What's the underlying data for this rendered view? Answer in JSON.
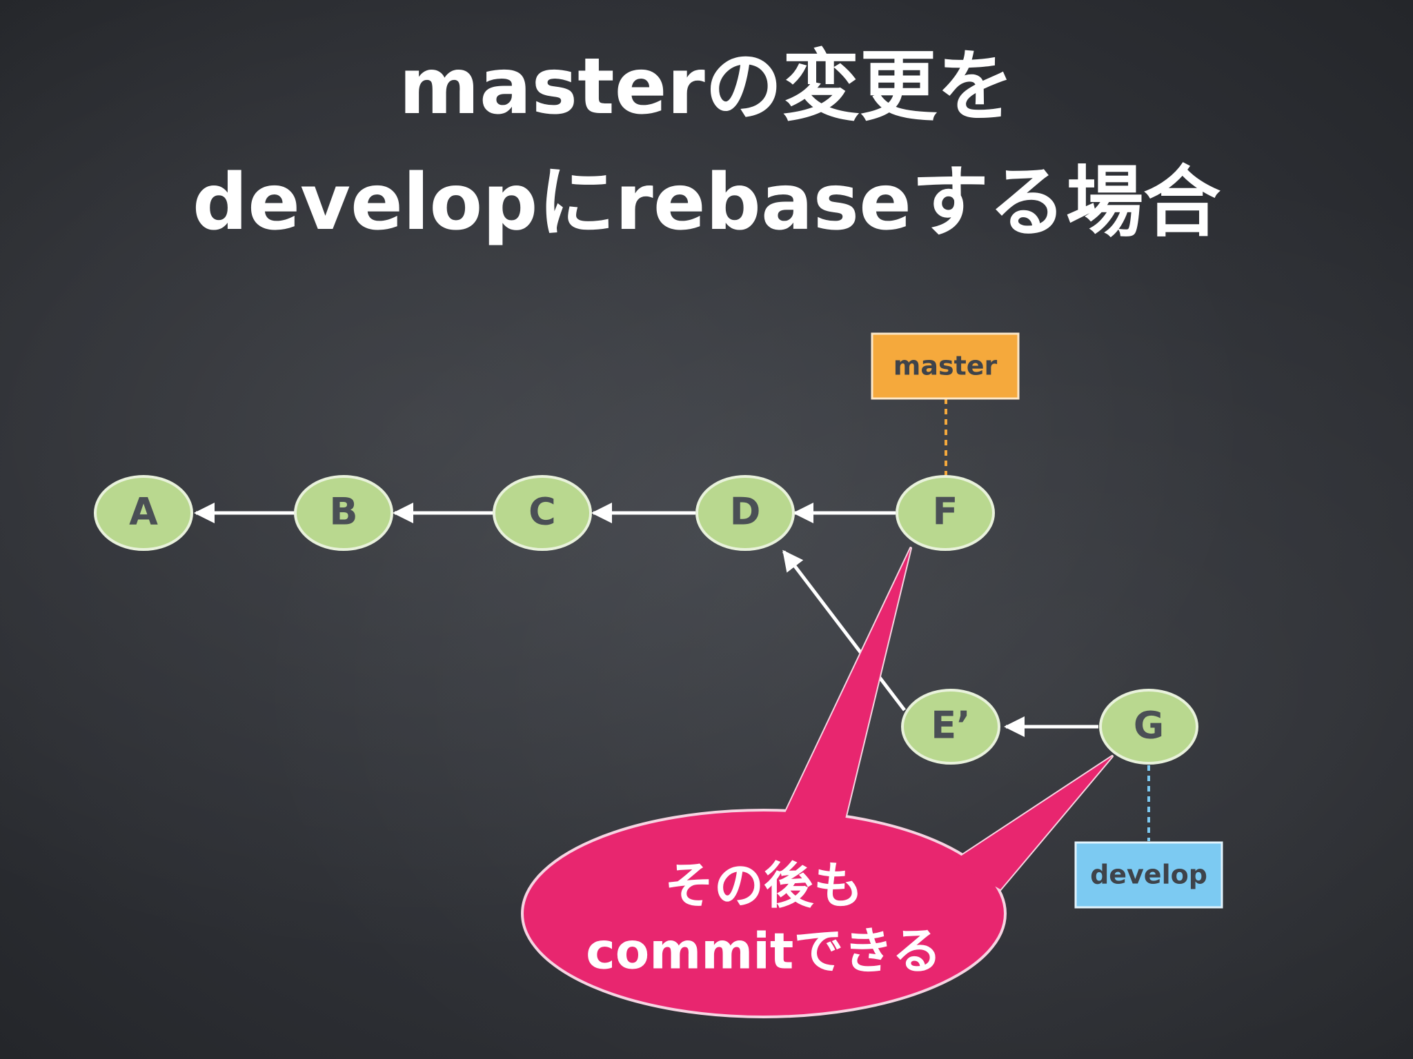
{
  "title": {
    "line1": "masterの変更を",
    "line2": "developにrebaseする場合"
  },
  "commits": {
    "a": "A",
    "b": "B",
    "c": "C",
    "d": "D",
    "f": "F",
    "e_prime": "E’",
    "g": "G"
  },
  "branches": {
    "master": "master",
    "develop": "develop"
  },
  "callout": {
    "line1": "その後も",
    "line2": "commitできる"
  },
  "colors": {
    "background": "#2f3237",
    "commit_fill": "#b9d88f",
    "commit_stroke": "#e9f2dc",
    "master_tag": "#f5a93c",
    "develop_tag": "#7ccaf2",
    "callout": "#e8266f",
    "arrow": "#ffffff"
  }
}
